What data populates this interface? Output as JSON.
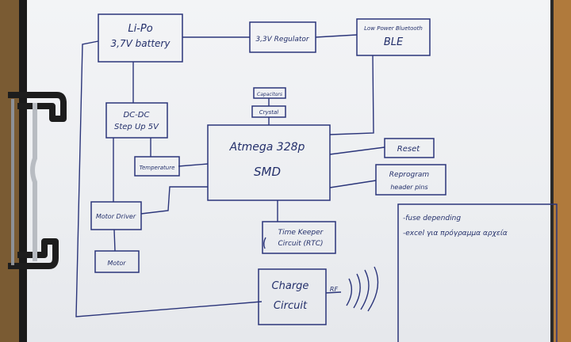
{
  "diagram": {
    "blocks": {
      "battery": {
        "line1": "Li-Po",
        "line2": "3,7V battery"
      },
      "regulator": {
        "label": "3,3V Regulator"
      },
      "ble": {
        "line1": "Low Power Bluetooth",
        "line2": "BLE"
      },
      "dcdc": {
        "line1": "DC-DC",
        "line2": "Step Up 5V"
      },
      "capacitors": {
        "label": "Capacitors"
      },
      "crystal": {
        "label": "Crystal"
      },
      "mcu": {
        "line1": "Atmega 328p",
        "line2": "SMD"
      },
      "temperature": {
        "label": "Temperature"
      },
      "reset": {
        "label": "Reset"
      },
      "reprogram": {
        "line1": "Reprogram",
        "line2": "header pins"
      },
      "motor_driver": {
        "label": "Motor Driver"
      },
      "motor": {
        "label": "Motor"
      },
      "rtc": {
        "line1": "Time Keeper",
        "line2": "Circuit (RTC)"
      },
      "charge": {
        "line1": "Charge",
        "line2": "Circuit"
      }
    },
    "rf_label": "RF",
    "notes": [
      "-fuse depending",
      "-excel για πρόγραμμα αρχεία"
    ]
  }
}
